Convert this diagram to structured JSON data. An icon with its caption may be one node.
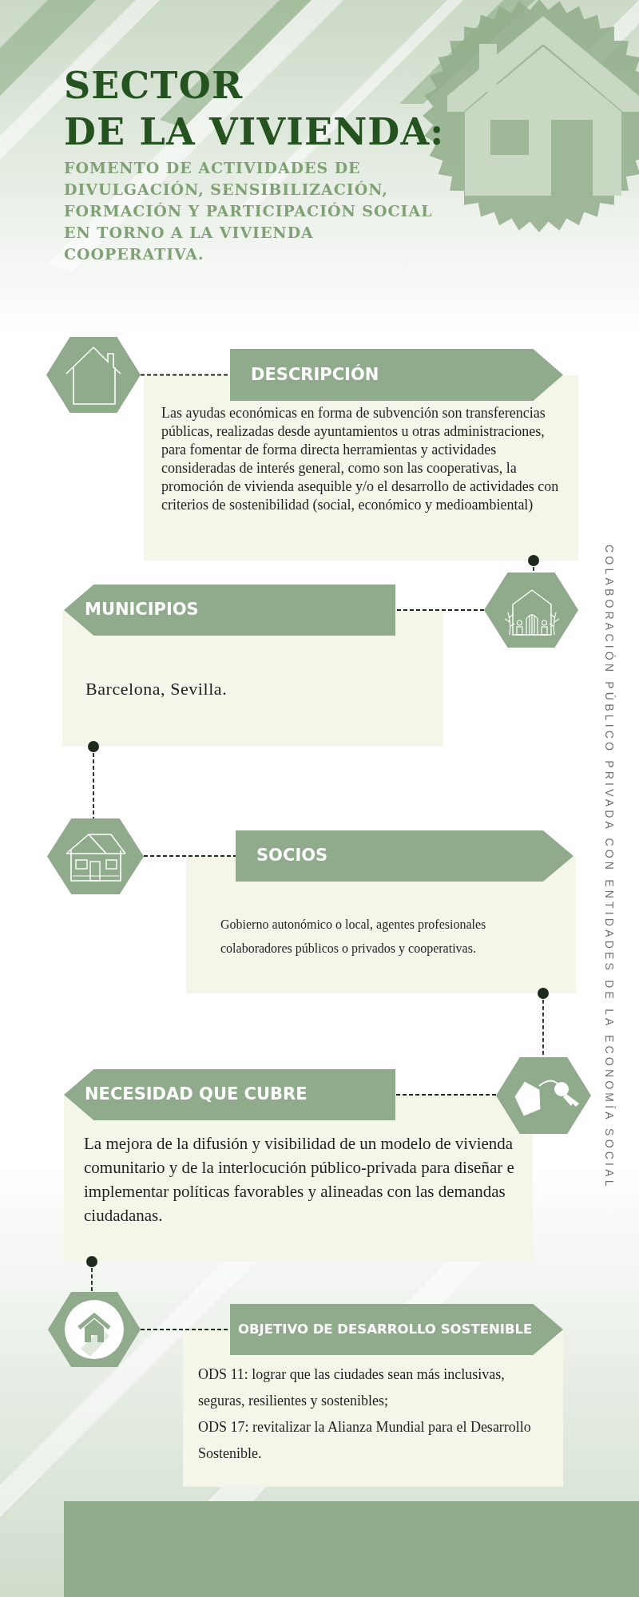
{
  "diagram": {
    "title": "SECTOR DE LA VIVIENDA:",
    "nodes": [
      {
        "text": [
          "DESCRIPCIÓN",
          "Las ayudas económicas en forma de subvención son transferencias públicas, realizadas desde ayuntamientos u otras administraciones, para fomentar de forma directa herramientas y actividades consideradas de interés general, como son las cooperativas, la promoción de vivienda asequible y/o el desarrollo de actividades con criterios de sostenibilidad (social, económico y medioambiental)"
        ]
      },
      {
        "text": [],
        "shape": "hexagon"
      },
      {
        "text": [
          "MUNICIPIOS",
          "Barcelona, Sevilla."
        ]
      },
      {
        "text": [],
        "shape": "hexagon"
      },
      {
        "text": [
          "SOCIOS",
          "Gobierno autonómico o local, agentes profesionales colaboradores públicos o privados y cooperativas."
        ]
      },
      {
        "text": [],
        "shape": "hexagon"
      },
      {
        "text": [
          "NECESIDAD QUE CUBRE",
          "La mejora de la difusión y visibilidad de un modelo de vivienda comunitario y de la interlocución público-privada para diseñar e implementar políticas favorables y alineadas con las demandas ciudadanas."
        ]
      },
      {
        "text": [],
        "shape": "hexagon"
      },
      {
        "text": [
          "OBJETIVO DE DESARROLLO SOSTENIBLE",
          "ODS 11: lograr que las ciudades sean más inclusivas, seguras, resilientes y sostenibles;",
          "ODS 17: revitalizar la Alianza Mundial para el Desarrollo Sostenible."
        ]
      },
      {
        "text": [],
        "shape": "hexagon"
      }
    ],
    "edges": [
      {
        "from": 1,
        "to": 0,
        "arrow": "none",
        "style": "dashed"
      },
      {
        "from": 0,
        "to": 3,
        "arrow": "other",
        "style": "dashed"
      },
      {
        "from": 3,
        "to": 2,
        "arrow": "none",
        "style": "dashed"
      },
      {
        "from": 2,
        "to": 5,
        "arrow": "other",
        "style": "dashed"
      },
      {
        "from": 5,
        "to": 4,
        "arrow": "none",
        "style": "dashed"
      },
      {
        "from": 4,
        "to": 7,
        "arrow": "other",
        "style": "dashed"
      },
      {
        "from": 7,
        "to": 6,
        "arrow": "none",
        "style": "dashed"
      },
      {
        "from": 6,
        "to": 9,
        "arrow": "other",
        "style": "dashed"
      },
      {
        "from": 9,
        "to": 8,
        "arrow": "none",
        "style": "dashed"
      }
    ],
    "labels": [
      "FOMENTO DE ACTIVIDADES DE DIVULGACIÓN, SENSIBILIZACIÓN, FORMACIÓN Y PARTICIPACIÓN SOCIAL EN TORNO A LA VIVIENDA COOPERATIVA.",
      "COLABORACIÓN PÚBLICO PRIVADA CON ENTIDADES DE LA ECONOMÍA SOCIAL"
    ]
  }
}
